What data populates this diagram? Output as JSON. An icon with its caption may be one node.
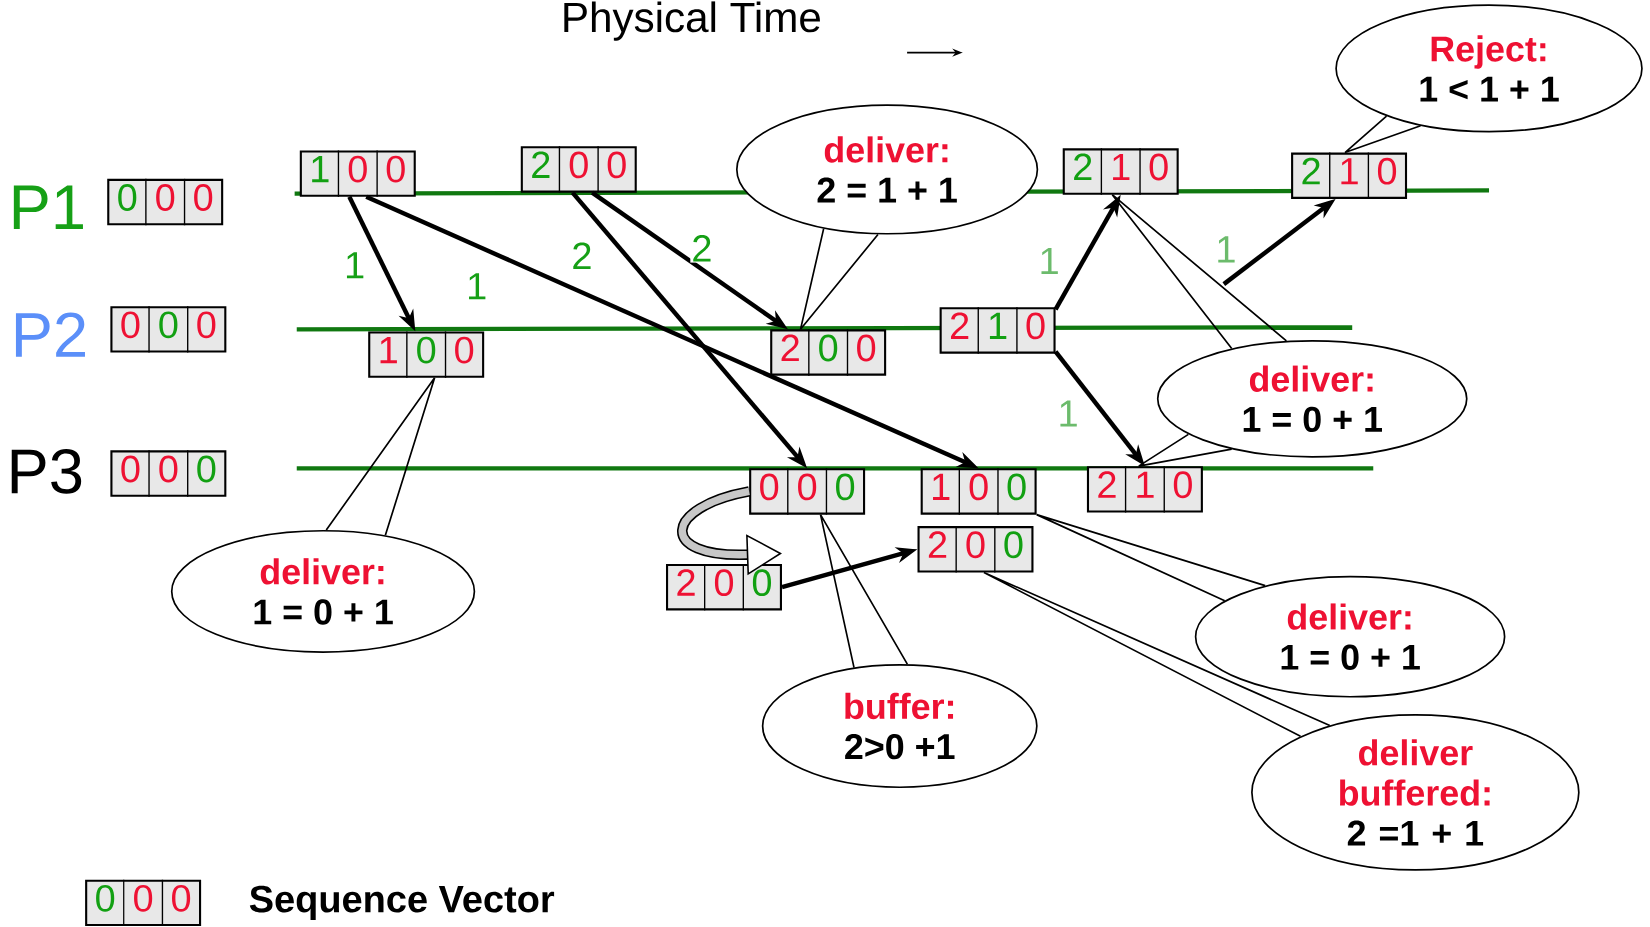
{
  "diagram": {
    "title": "Physical Time",
    "nodes": [
      {
        "text": [
          "0",
          "0",
          "0"
        ]
      },
      {
        "text": [
          "0",
          "0",
          "0"
        ]
      },
      {
        "text": [
          "0",
          "0",
          "0"
        ]
      },
      {
        "text": [
          "1",
          "0",
          "0"
        ]
      },
      {
        "text": [
          "2",
          "0",
          "0"
        ]
      },
      {
        "text": [
          "2",
          "1",
          "0"
        ]
      },
      {
        "text": [
          "2",
          "1",
          "0"
        ]
      },
      {
        "text": [
          "1",
          "0",
          "0"
        ]
      },
      {
        "text": [
          "2",
          "0",
          "0"
        ]
      },
      {
        "text": [
          "2",
          "1",
          "0"
        ]
      },
      {
        "text": [
          "0",
          "0",
          "0"
        ]
      },
      {
        "text": [
          "1",
          "0",
          "0"
        ]
      },
      {
        "text": [
          "2",
          "1",
          "0"
        ]
      },
      {
        "text": [
          "2",
          "0",
          "0"
        ]
      },
      {
        "text": [
          "2",
          "0",
          "0"
        ]
      },
      {
        "text": [
          "0",
          "0",
          "0"
        ]
      },
      {
        "text": [
          "Reject:",
          "1 < 1 + 1"
        ]
      },
      {
        "text": [
          "deliver:",
          "2 = 1 + 1"
        ]
      },
      {
        "text": [
          "deliver:",
          "1 = 0 + 1"
        ]
      },
      {
        "text": [
          "deliver:",
          "1 = 0 + 1"
        ]
      },
      {
        "text": [
          "buffer:",
          "2>0 +1"
        ]
      },
      {
        "text": [
          "deliver:",
          "1 = 0 + 1"
        ]
      },
      {
        "text": [
          "deliver buffered:",
          "2 =1 + 1"
        ]
      }
    ],
    "edges": [
      {
        "from": 3,
        "to": 7,
        "arrow": "to",
        "label": "1"
      },
      {
        "from": 3,
        "to": 11,
        "arrow": "to",
        "label": "1"
      },
      {
        "from": 4,
        "to": 10,
        "arrow": "to",
        "label": "2"
      },
      {
        "from": 4,
        "to": 8,
        "arrow": "to",
        "label": "2"
      },
      {
        "from": 9,
        "to": 5,
        "arrow": "to",
        "label": "1"
      },
      {
        "from": 9,
        "to": 12,
        "arrow": "to",
        "label": "1"
      },
      {
        "from": null,
        "to": 6,
        "arrow": "to",
        "label": "1"
      },
      {
        "from": 10,
        "to": 14,
        "arrow": "to",
        "style": "thick"
      },
      {
        "from": 14,
        "to": 13,
        "arrow": "to"
      },
      {
        "from": 16,
        "to": 6,
        "arrow": "none"
      },
      {
        "from": 17,
        "to": 8,
        "arrow": "none"
      },
      {
        "from": 18,
        "to": 5,
        "arrow": "none"
      },
      {
        "from": 18,
        "to": 12,
        "arrow": "none"
      },
      {
        "from": 19,
        "to": 7,
        "arrow": "none"
      },
      {
        "from": 20,
        "to": 10,
        "arrow": "none"
      },
      {
        "from": 21,
        "to": 11,
        "arrow": "none"
      },
      {
        "from": 22,
        "to": 13,
        "arrow": "none"
      }
    ],
    "labels": [
      "P1",
      "P2",
      "P3"
    ],
    "legend": [
      {
        "text": "Sequence Vector"
      }
    ]
  }
}
